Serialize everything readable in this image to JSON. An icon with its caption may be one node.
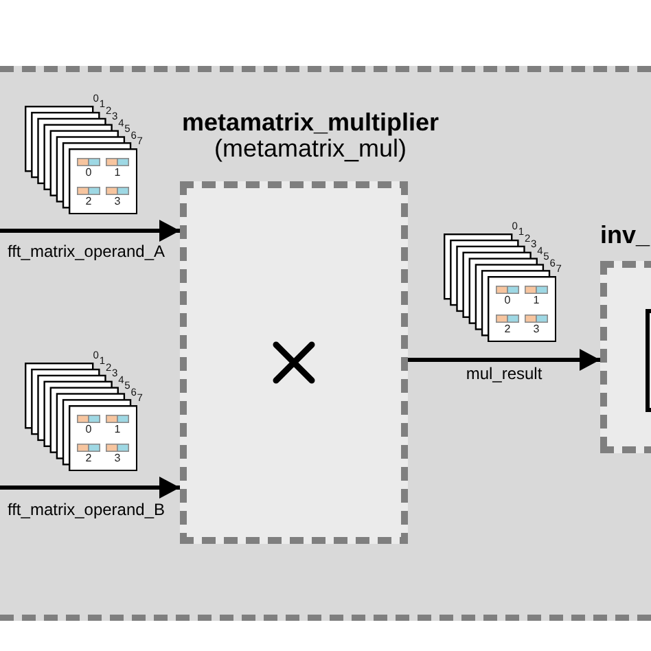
{
  "diagram": {
    "nodes": [
      {
        "text": [],
        "shape": "box"
      },
      {
        "text": [
          "metamatrix_multiplier",
          "(metamatrix_mul)"
        ],
        "in": 0
      },
      {
        "text": [
          "inv_"
        ],
        "in": 0
      },
      {
        "text": [],
        "shape": "box",
        "in": 2
      }
    ],
    "edges": [
      {
        "from": null,
        "to": 1,
        "arrow": "to",
        "label": "fft_matrix_operand_A"
      },
      {
        "from": null,
        "to": 1,
        "arrow": "to",
        "label": "fft_matrix_operand_B"
      },
      {
        "from": 1,
        "to": 2,
        "arrow": "to",
        "label": "mul_result"
      }
    ],
    "labels": [
      "0",
      "1",
      "2",
      "3",
      "4",
      "5",
      "6",
      "7",
      "0",
      "1",
      "2",
      "3",
      "0",
      "1",
      "2",
      "3",
      "4",
      "5",
      "6",
      "7",
      "0",
      "1",
      "2",
      "3",
      "0",
      "1",
      "2",
      "3",
      "4",
      "5",
      "6",
      "7",
      "0",
      "1",
      "2",
      "3"
    ]
  }
}
